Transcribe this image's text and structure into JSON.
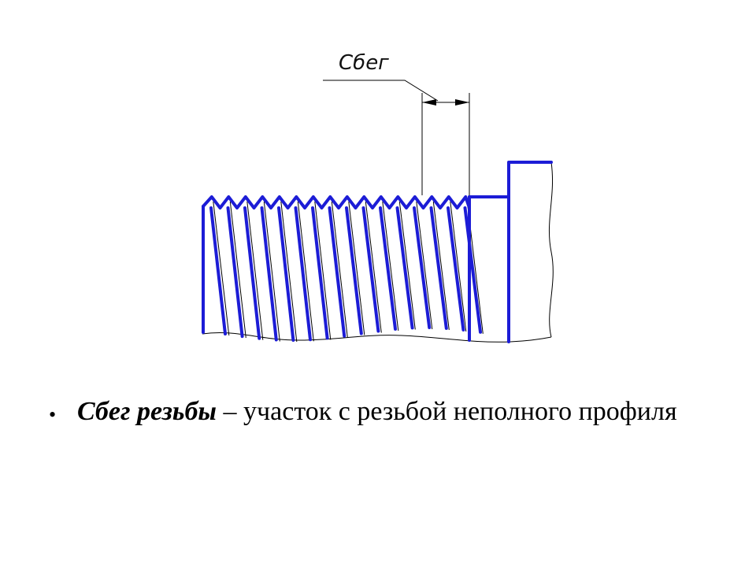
{
  "diagram": {
    "callout_label": "Сбег",
    "colors": {
      "contour": "#1c1cd6",
      "thin": "#000000"
    }
  },
  "bullet": {
    "symbol": "•",
    "term": "Сбег резьбы",
    "dash": " – ",
    "definition": "участок с резьбой неполного профиля"
  }
}
